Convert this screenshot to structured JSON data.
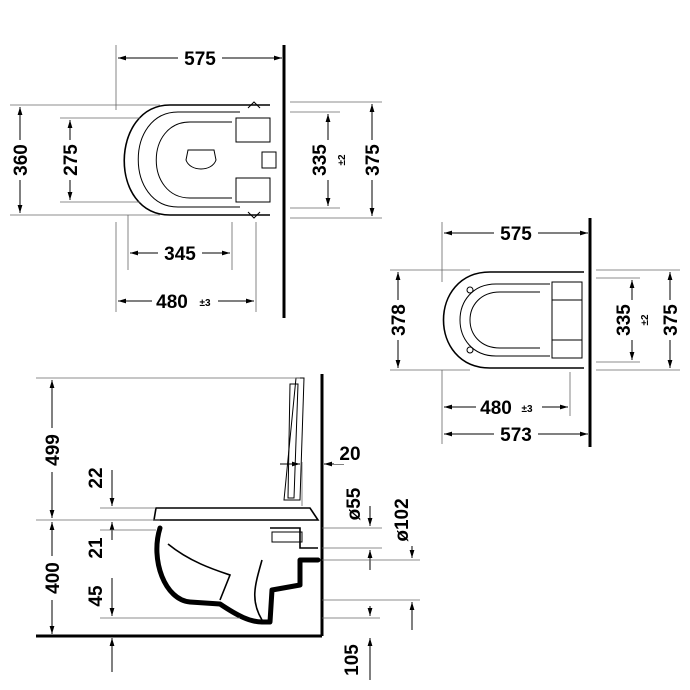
{
  "top_view": {
    "width": "575",
    "depth_outer": "360",
    "depth_inner": "275",
    "fixing": "335",
    "fixing_tol": "±2",
    "overall": "375",
    "bowl": "345",
    "length": "480",
    "length_tol": "±3"
  },
  "top_view_seat": {
    "width": "575",
    "depth": "378",
    "fixing": "335",
    "fixing_tol": "±2",
    "overall": "375",
    "length": "480",
    "length_tol": "±3",
    "projection": "573"
  },
  "side_view": {
    "seat_height": "499",
    "seat_thickness": "22",
    "rim_offset": "21",
    "rim_height": "400",
    "outlet_offset": "45",
    "gap": "20",
    "inlet_dia": "ø55",
    "outlet_dia": "ø102",
    "floor_offset": "105"
  }
}
